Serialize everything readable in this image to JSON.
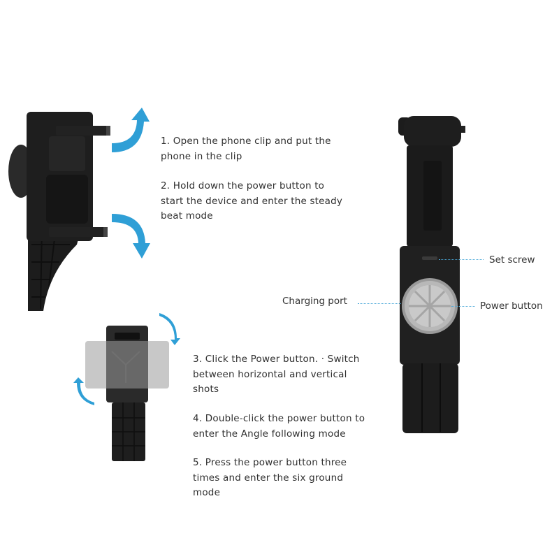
{
  "steps": {
    "step1": [
      "1. Open the phone clip and put the",
      "phone in the clip"
    ],
    "step2": [
      "2. Hold down the power button to",
      "start the device and enter the steady",
      "beat mode"
    ],
    "step3": [
      "3. Click the Power button. · Switch",
      "between horizontal and vertical",
      "shots"
    ],
    "step4": [
      "4. Double-click the power button to",
      "enter the Angle following mode"
    ],
    "step5": [
      "5. Press the power button three",
      "times and enter the six ground",
      "mode"
    ]
  },
  "callouts": {
    "set_screw": "Set screw",
    "charging_port": "Charging port",
    "power_button": "Power button"
  },
  "colors": {
    "device": "#1b1b1b",
    "arrow": "#2f9fd6",
    "leader": "#4aa8d8"
  },
  "icons": {
    "open_arrows": "curved-arrow-icon",
    "rotate_arrows": "rotate-arrow-icon"
  }
}
